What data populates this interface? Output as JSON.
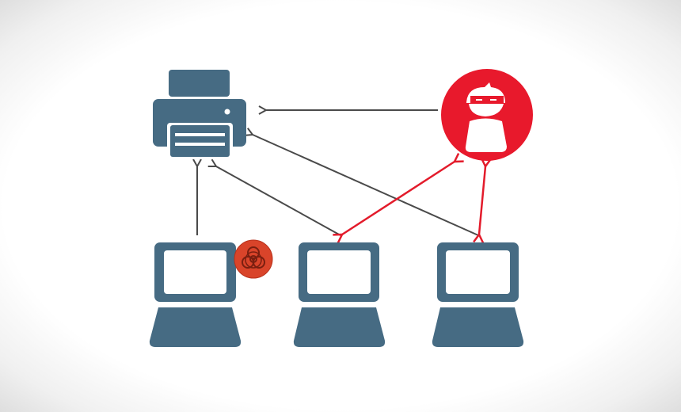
{
  "diagram": {
    "colors": {
      "device": "#466b83",
      "attacker": "#e8192c",
      "arrow": "#4a4a4a",
      "attack_arrow": "#e31b2b",
      "malware": "#d9442a"
    },
    "nodes": [
      {
        "id": "printer",
        "icon": "printer-icon"
      },
      {
        "id": "attacker",
        "icon": "hacker-icon"
      },
      {
        "id": "laptop-1",
        "icon": "laptop-icon",
        "badge": "biohazard-icon"
      },
      {
        "id": "laptop-2",
        "icon": "laptop-icon"
      },
      {
        "id": "laptop-3",
        "icon": "laptop-icon"
      }
    ],
    "edges": [
      {
        "from": "attacker",
        "to": "printer",
        "type": "one-way"
      },
      {
        "from": "laptop-1",
        "to": "printer",
        "type": "one-way"
      },
      {
        "from": "laptop-2",
        "to": "printer",
        "type": "one-way"
      },
      {
        "from": "laptop-3",
        "to": "printer",
        "type": "one-way"
      },
      {
        "from": "laptop-2",
        "to": "attacker",
        "type": "two-way"
      },
      {
        "from": "laptop-3",
        "to": "attacker",
        "type": "two-way"
      }
    ]
  }
}
